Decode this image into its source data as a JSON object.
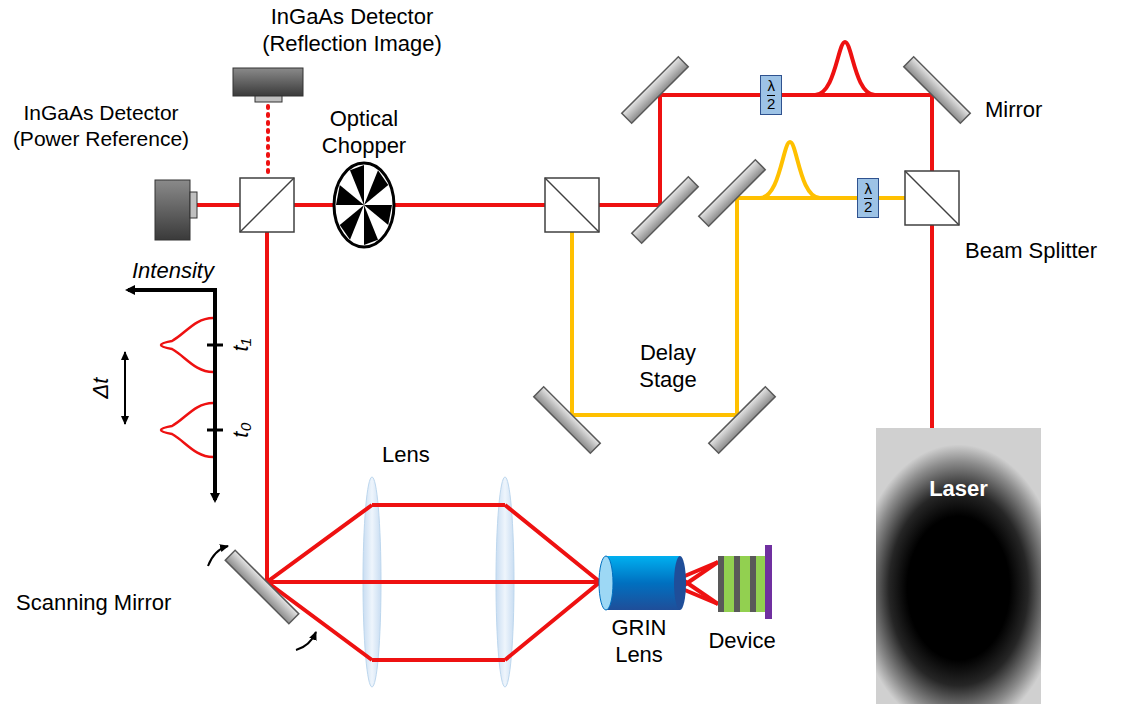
{
  "diagram": {
    "nodes": [
      {
        "text": [
          "Laser"
        ]
      },
      {
        "text": [
          "λ",
          "2"
        ]
      },
      {
        "text": [
          "λ",
          "2"
        ]
      }
    ],
    "labels": [
      "InGaAs Detector (Reflection Image)",
      "InGaAs Detector (Power Reference)",
      "Optical Chopper",
      "Mirror",
      "Beam Splitter",
      "Delay Stage",
      "Intensity",
      "t₁",
      "Δt",
      "t₀",
      "Lens",
      "Scanning Mirror",
      "GRIN Lens",
      "Device"
    ]
  }
}
